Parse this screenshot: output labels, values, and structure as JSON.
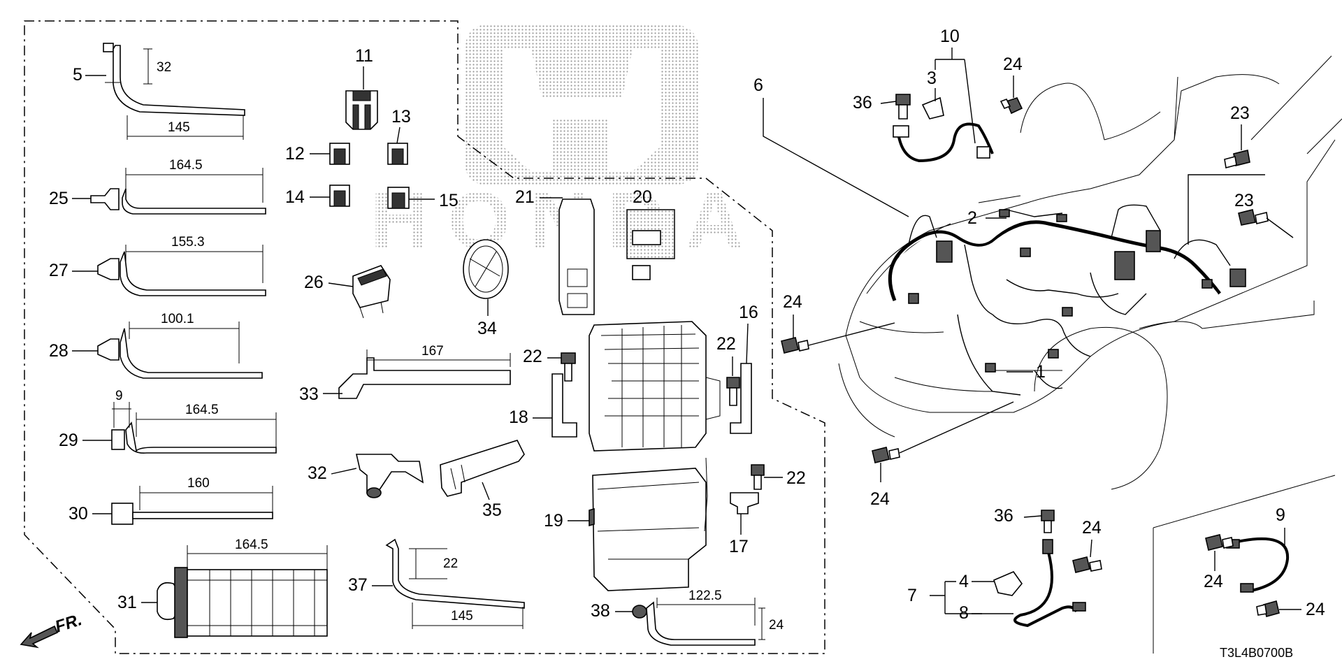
{
  "diagram": {
    "code": "T3L4B0700B",
    "fr_label": "FR.",
    "watermark_text": "HONDA",
    "callouts": {
      "c1": "1",
      "c2": "2",
      "c3": "3",
      "c4": "4",
      "c5": "5",
      "c6": "6",
      "c7": "7",
      "c8": "8",
      "c9": "9",
      "c10": "10",
      "c11": "11",
      "c12": "12",
      "c13": "13",
      "c14": "14",
      "c15": "15",
      "c16": "16",
      "c17": "17",
      "c18": "18",
      "c19": "19",
      "c20": "20",
      "c21": "21",
      "c22a": "22",
      "c22b": "22",
      "c22c": "22",
      "c23a": "23",
      "c23b": "23",
      "c24a": "24",
      "c24b": "24",
      "c24c": "24",
      "c24d": "24",
      "c24e": "24",
      "c24f": "24",
      "c25": "25",
      "c26": "26",
      "c27": "27",
      "c28": "28",
      "c29": "29",
      "c30": "30",
      "c31": "31",
      "c32": "32",
      "c33": "33",
      "c34": "34",
      "c35": "35",
      "c36a": "36",
      "c36b": "36",
      "c37": "37",
      "c38": "38"
    },
    "dimensions": {
      "d5_h": "32",
      "d5_l": "145",
      "d25": "164.5",
      "d27": "155.3",
      "d28": "100.1",
      "d29_w": "9",
      "d29_l": "164.5",
      "d30": "160",
      "d31": "164.5",
      "d33": "167",
      "d37_h": "22",
      "d37_l": "145",
      "d38_l": "122.5",
      "d38_h": "24"
    }
  }
}
